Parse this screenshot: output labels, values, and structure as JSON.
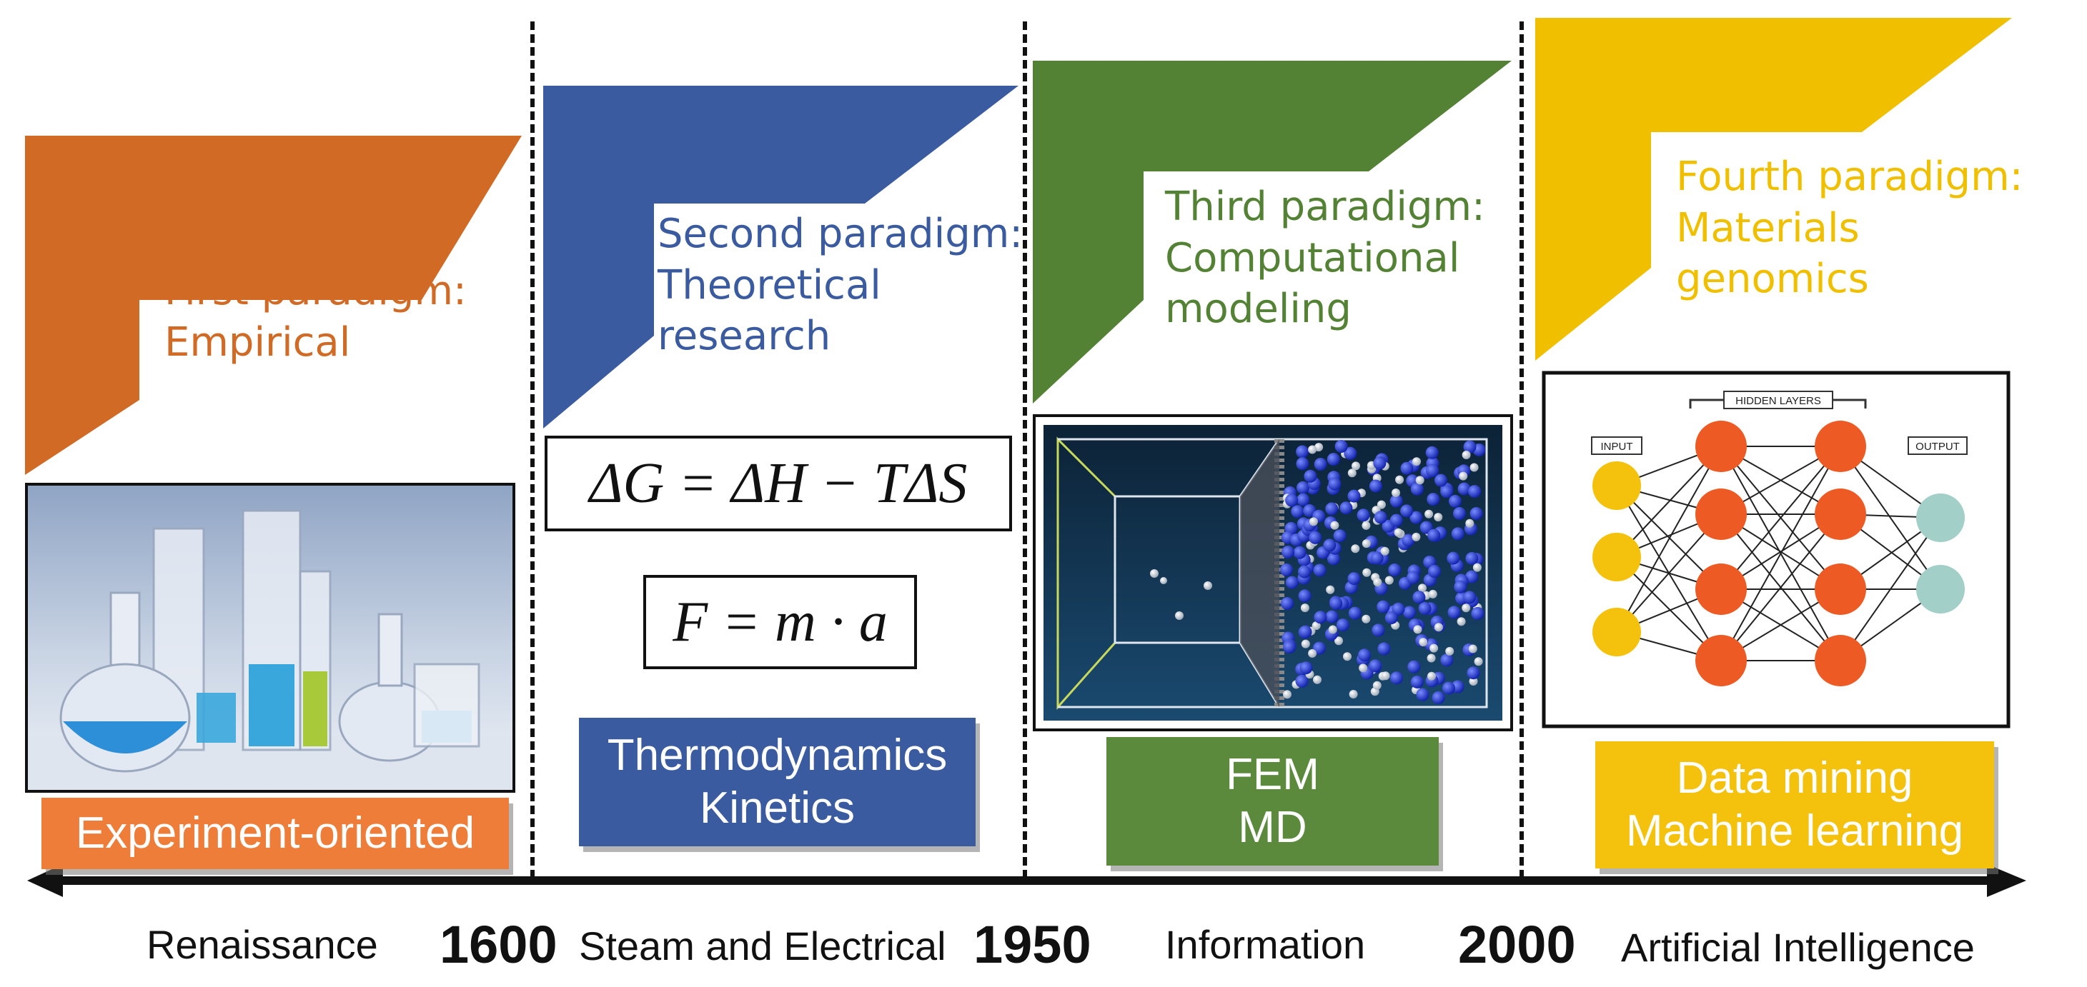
{
  "paradigms": [
    {
      "title": "First paradigm:\nEmpirical",
      "color": "#D06A24",
      "badge": "Experiment-oriented",
      "badge_color": "#EE7D3A"
    },
    {
      "title": "Second paradigm:\nTheoretical\nresearch",
      "color": "#3A5BA0",
      "badge": "Thermodynamics\nKinetics",
      "badge_color": "#3A5BA0",
      "equations": [
        "ΔG = ΔH − TΔS",
        "F = m · a"
      ]
    },
    {
      "title": "Third paradigm:\nComputational\nmodeling",
      "color": "#548235",
      "badge": "FEM\nMD",
      "badge_color": "#5B8A3C"
    },
    {
      "title": "Fourth paradigm:\nMaterials\ngenomics",
      "color": "#F0C000",
      "badge": "Data mining\nMachine learning",
      "badge_color": "#F4C20D"
    }
  ],
  "timeline": {
    "eras": [
      "Renaissance",
      "Steam and Electrical",
      "Information",
      "Artificial Intelligence"
    ],
    "years": [
      "1600",
      "1950",
      "2000"
    ]
  },
  "nn_labels": {
    "input": "INPUT",
    "hidden": "HIDDEN LAYERS",
    "output": "OUTPUT"
  },
  "icons": [
    "lab-glassware-image",
    "molecular-dynamics-image",
    "neural-network-diagram"
  ]
}
